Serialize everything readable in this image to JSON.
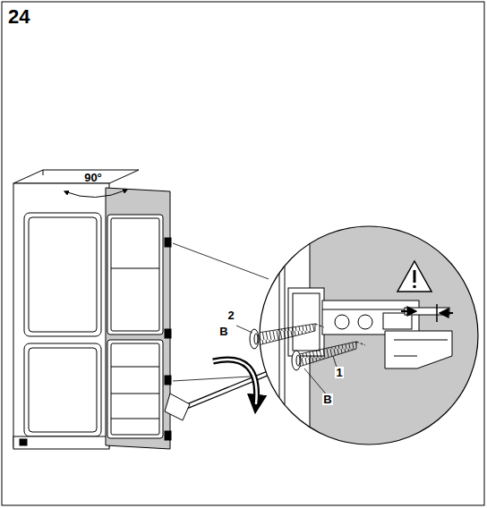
{
  "diagram": {
    "title": "24",
    "labels": [
      "90°",
      "2",
      "B",
      "1",
      "B"
    ]
  }
}
